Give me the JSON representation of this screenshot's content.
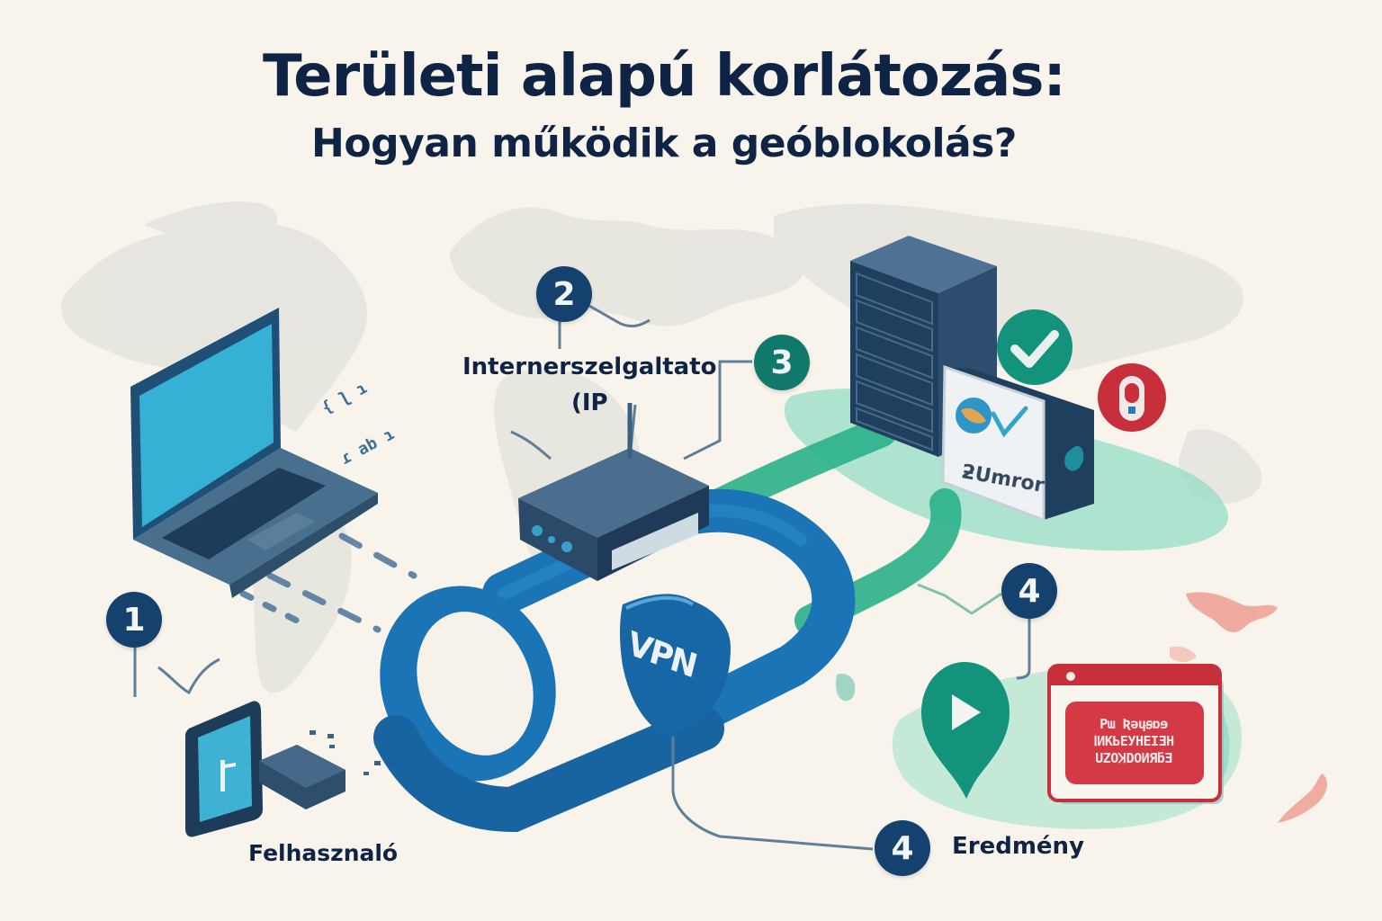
{
  "title": {
    "main": "Területi alapú korlátozás:",
    "sub": "Hogyan működik a geóblokolás?"
  },
  "steps": [
    {
      "number": "1",
      "label": "Felhasznaló",
      "color": "#15416e"
    },
    {
      "number": "2",
      "label": "Internerszelgaltato (IP",
      "color": "#15416e"
    },
    {
      "number": "3",
      "label": "",
      "color": "#11796b"
    },
    {
      "number": "4",
      "label": "",
      "color": "#15416e"
    },
    {
      "number": "4",
      "label": "Eredmény",
      "color": "#15416e"
    }
  ],
  "labels": {
    "isp_line1": "Internerszelgaltato",
    "isp_line2": "(IP",
    "user": "Felhasznaló",
    "result": "Eredmény"
  },
  "vpn": {
    "label": "VPN"
  },
  "server": {
    "panel_text": "ƻUmror"
  },
  "blocked_window": {
    "lines": [
      "Pɯ Ʀəɥꞩɒɘ",
      "ⅠИКЬЕУНЕІƎН",
      "ՍZOꞰDOИЯƃƎ"
    ]
  },
  "code_glyphs": [
    "{ ʅ ɿ",
    "ɾ ab ɿ"
  ],
  "icons": {
    "check": "check-icon",
    "lock": "lock-icon",
    "play": "play-icon",
    "globe": "globe-icon"
  },
  "colors": {
    "background": "#f8f4ec",
    "navy": "#15416e",
    "title": "#0f2445",
    "teal": "#11796b",
    "green_path": "#2ab08a",
    "vpn_blue": "#1a74b5",
    "screen_cyan": "#35b1d6",
    "device_slate": "#3e6282",
    "red": "#c7303b",
    "map_gray": "#e3e2dd",
    "map_red": "#ee9a8c"
  }
}
